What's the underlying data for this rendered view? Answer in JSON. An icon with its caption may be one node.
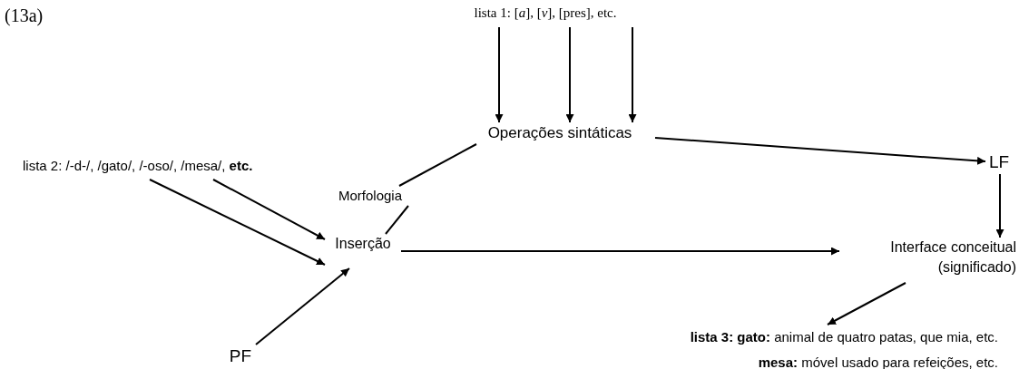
{
  "diagram": {
    "nodes": [
      {
        "text": [
          "lista 1: [*a*], [*v*], [pres], etc."
        ]
      },
      {
        "text": [
          "Operações sintáticas"
        ]
      },
      {
        "text": [
          "lista 2: /-d-/, /gato/, /-oso/, /mesa/, **etc.**"
        ]
      },
      {
        "text": [
          "Morfologia"
        ]
      },
      {
        "text": [
          "Inserção"
        ]
      },
      {
        "text": [
          "PF"
        ]
      },
      {
        "text": [
          "LF"
        ]
      },
      {
        "text": [
          "Interface conceitual (significado)"
        ]
      },
      {
        "text": [
          "**lista 3: gato:** animal de quatro patas, que mia, etc.",
          "**mesa:** móvel usado para refeições, etc."
        ]
      }
    ],
    "edges": [
      {
        "from": 0,
        "to": 1,
        "arrow": "to"
      },
      {
        "from": 0,
        "to": 1,
        "arrow": "to"
      },
      {
        "from": 0,
        "to": 1,
        "arrow": "to"
      },
      {
        "from": 1,
        "to": 6,
        "arrow": "to"
      },
      {
        "from": 1,
        "to": 3,
        "arrow": "none"
      },
      {
        "from": 3,
        "to": 4,
        "arrow": "none"
      },
      {
        "from": 2,
        "to": 4,
        "arrow": "to"
      },
      {
        "from": 2,
        "to": 4,
        "arrow": "to"
      },
      {
        "from": 5,
        "to": 4,
        "arrow": "to"
      },
      {
        "from": 4,
        "to": 7,
        "arrow": "to"
      },
      {
        "from": 6,
        "to": 7,
        "arrow": "to"
      },
      {
        "from": 7,
        "to": 8,
        "arrow": "to"
      }
    ],
    "labels": [
      "(13a)"
    ]
  }
}
